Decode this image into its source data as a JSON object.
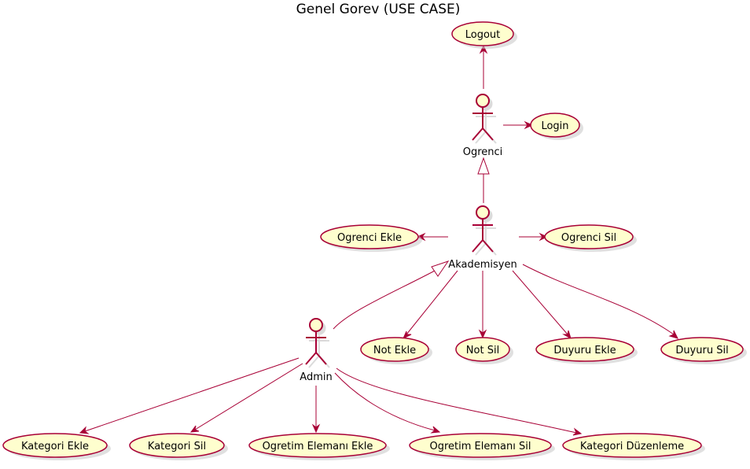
{
  "diagram": {
    "title": "Genel Gorev (USE CASE)",
    "colors": {
      "usecase_fill": "#FEFECE",
      "border": "#A80036",
      "background": "#FFFFFF"
    },
    "actors": {
      "ogrenci": "Ogrenci",
      "akademisyen": "Akademisyen",
      "admin": "Admin"
    },
    "usecases": {
      "logout": "Logout",
      "login": "Login",
      "ogrenci_ekle": "Ogrenci Ekle",
      "ogrenci_sil": "Ogrenci Sil",
      "not_ekle": "Not Ekle",
      "not_sil": "Not Sil",
      "duyuru_ekle": "Duyuru Ekle",
      "duyuru_sil": "Duyuru Sil",
      "kategori_ekle": "Kategori Ekle",
      "kategori_sil": "Kategori Sil",
      "ogretim_elemani_ekle": "Ogretim Elemanı Ekle",
      "ogretim_elemani_sil": "Ogretim Elemanı Sil",
      "kategori_duzenleme": "Kategori Düzenleme"
    }
  }
}
